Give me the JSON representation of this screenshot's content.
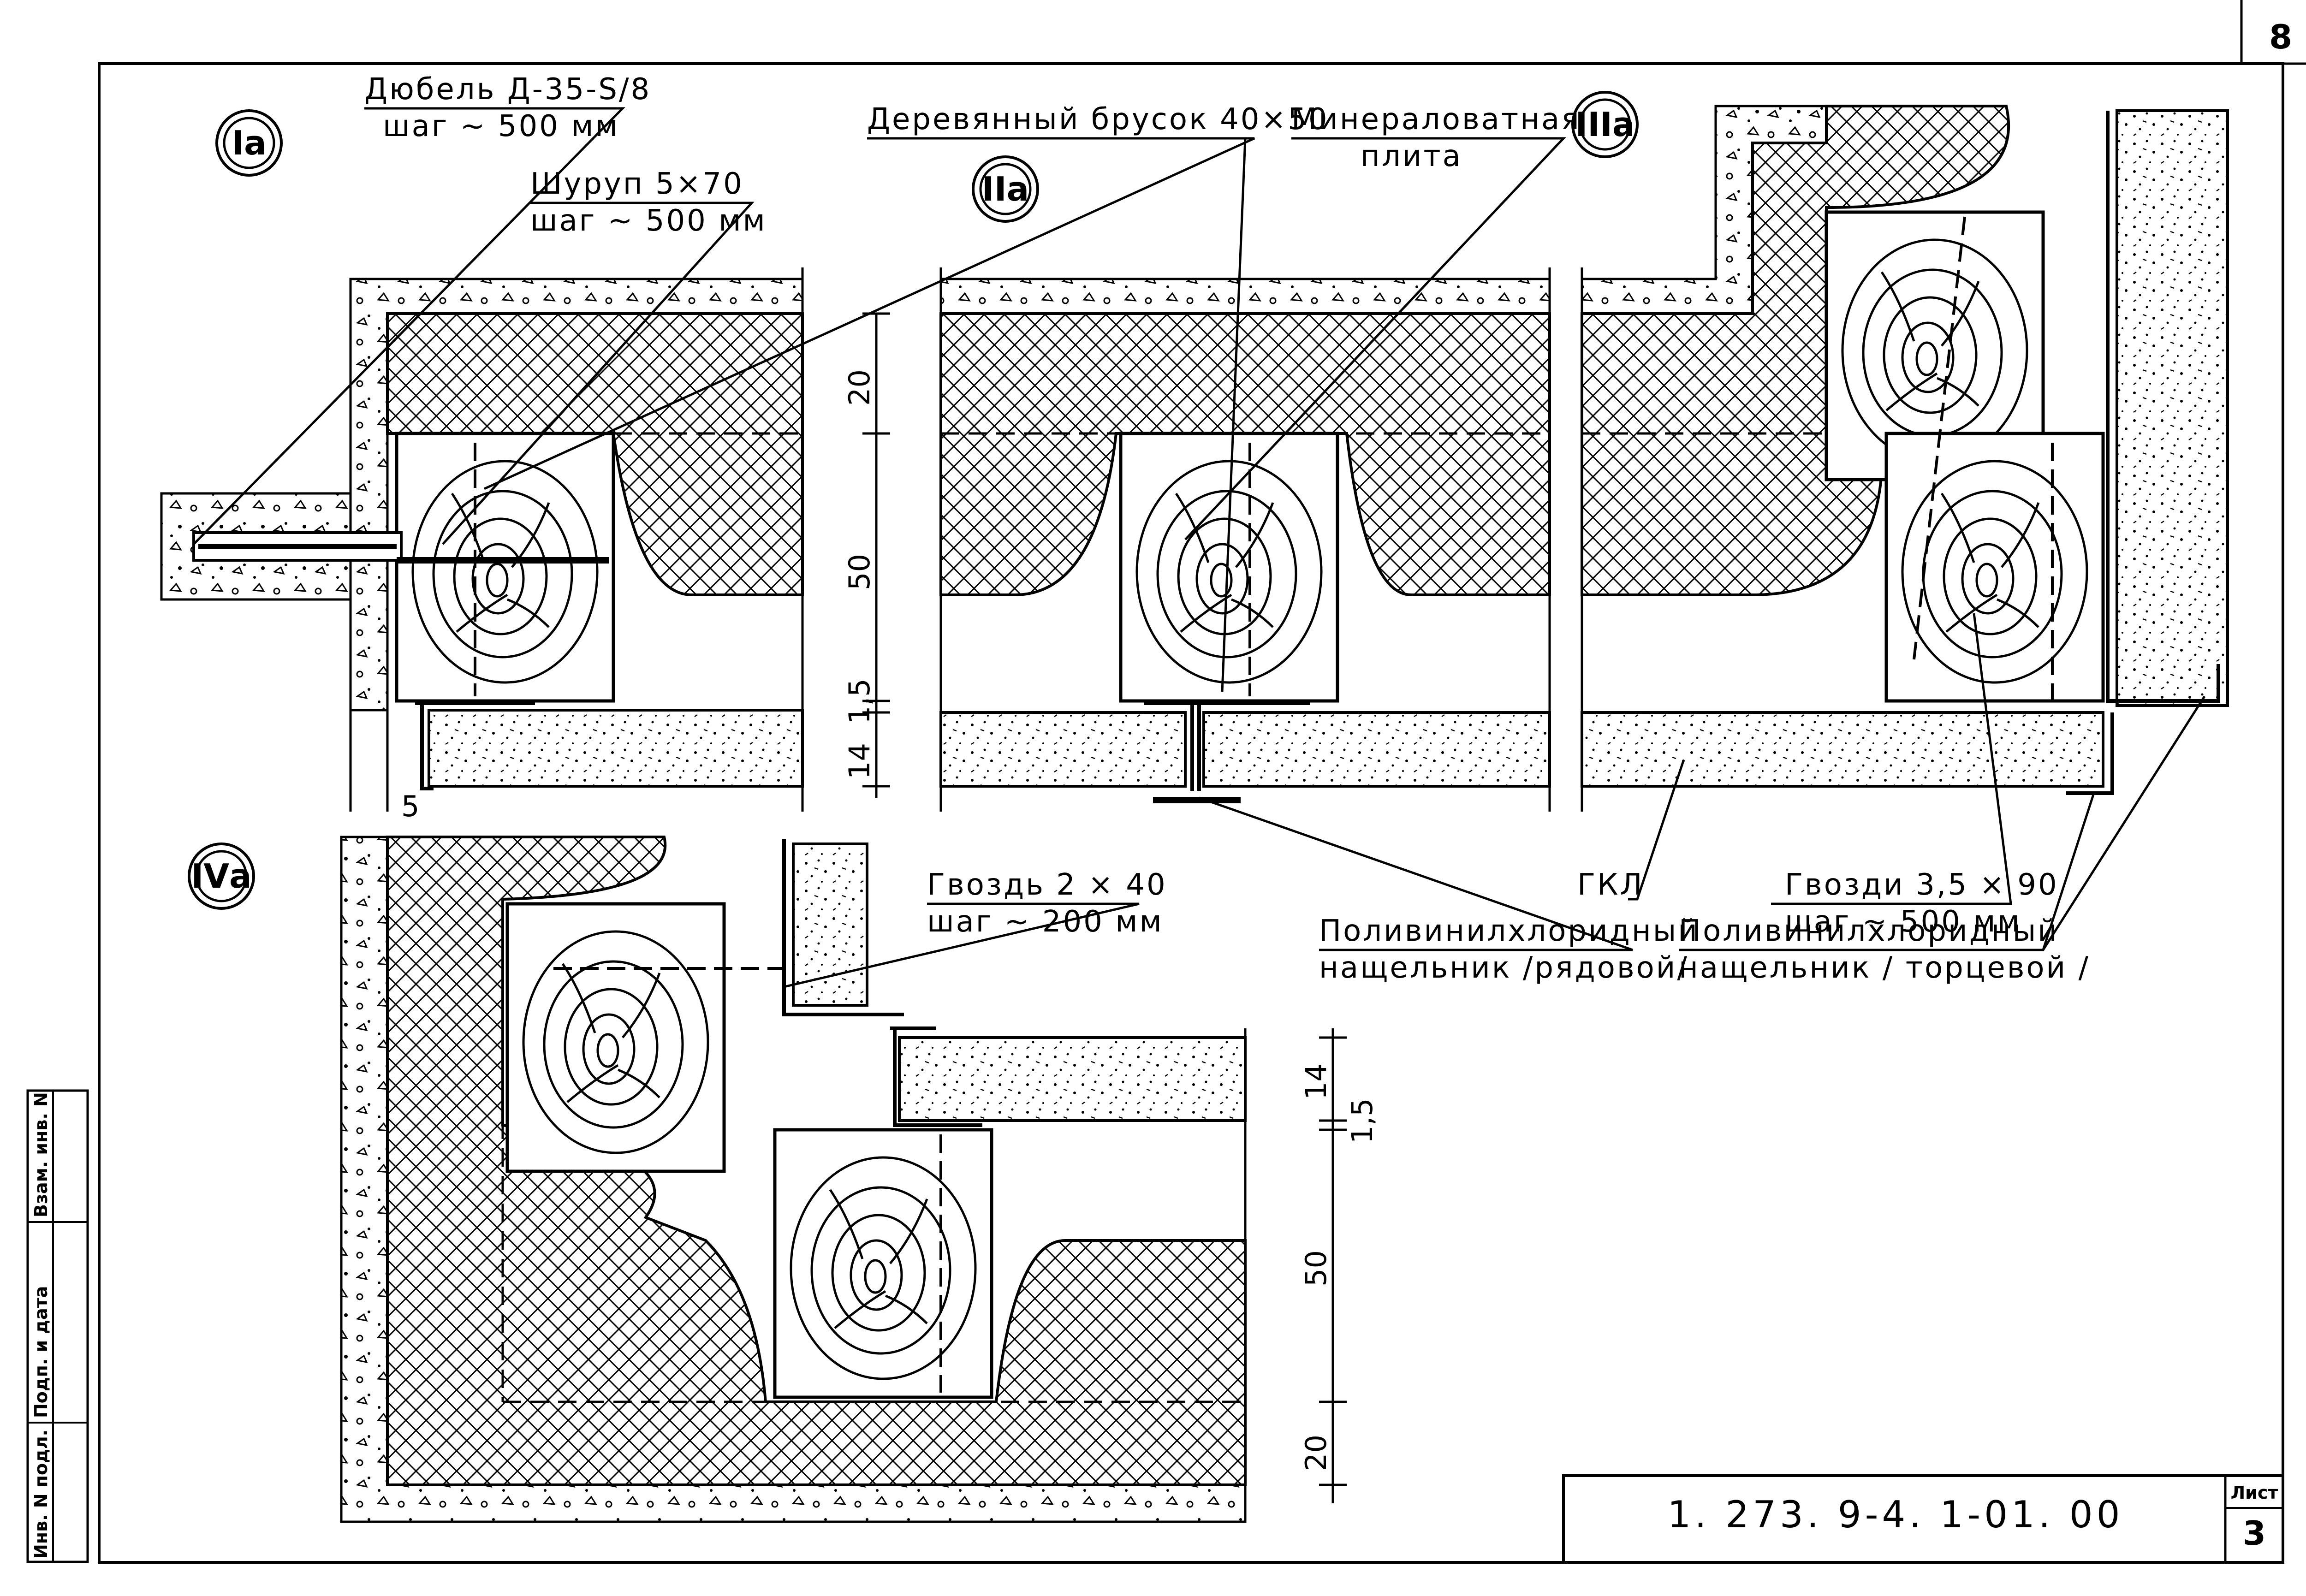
{
  "sheet": {
    "page_number": "8",
    "designation": "1. 273. 9-4. 1-01. 00",
    "sheet_label": "Лист",
    "sheet_number": "3",
    "side_stamp": [
      "Инв. N подл.",
      "Подп. и дата",
      "Взам. инв. N"
    ]
  },
  "node_marks": {
    "ia": "Iа",
    "iia": "IIа",
    "iiia": "IIIа",
    "iva": "IVа"
  },
  "callouts": {
    "dowel": {
      "line1": "Дюбель Д-35-S/8",
      "line2": "шаг ~ 500 мм"
    },
    "screw": {
      "line1": "Шуруп 5×70",
      "line2": "шаг ~ 500 мм"
    },
    "bar": {
      "line1": "Деревянный брусок 40×50"
    },
    "wool": {
      "line1": "Минераловатная",
      "line2": "плита"
    },
    "nail_iv": {
      "line1": "Гвоздь 2 × 40",
      "line2": "шаг ~ 200 мм"
    },
    "gkl": {
      "line1": "ГКЛ"
    },
    "pvc_row": {
      "line1": "Поливинилхлоридный",
      "line2": "нащельник /рядовой/"
    },
    "nail_iii": {
      "line1": "Гвозди 3,5 × 90",
      "line2": "шаг ~ 500 мм"
    },
    "pvc_end": {
      "line1": "Поливинилхлоридный",
      "line2": "нащельник / торцевой /"
    }
  },
  "dimensions": {
    "upper": [
      "20",
      "50",
      "1,5",
      "14"
    ],
    "lower": [
      "14",
      "1,5",
      "50",
      "20"
    ],
    "gap": "5"
  }
}
